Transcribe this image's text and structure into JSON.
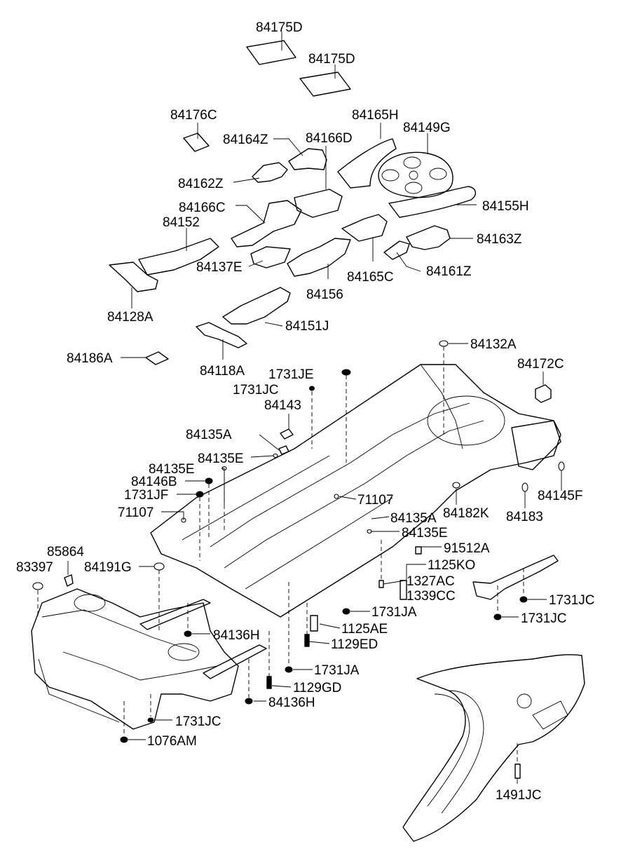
{
  "labels": {
    "p84175D": "84175D",
    "p84176C": "84176C",
    "p84164Z": "84164Z",
    "p84166D": "84166D",
    "p84165H": "84165H",
    "p84149G": "84149G",
    "p84162Z": "84162Z",
    "p84166C": "84166C",
    "p84155H": "84155H",
    "p84152": "84152",
    "p84163Z": "84163Z",
    "p84137E": "84137E",
    "p84161Z": "84161Z",
    "p84165C": "84165C",
    "p84156": "84156",
    "p84128A": "84128A",
    "p84151J": "84151J",
    "p84132A": "84132A",
    "p84186A": "84186A",
    "p84172C": "84172C",
    "p84118A": "84118A",
    "p1731JE": "1731JE",
    "p1731JC": "1731JC",
    "p84143": "84143",
    "p84135A": "84135A",
    "p84135E": "84135E",
    "p84146B": "84146B",
    "p1731JF": "1731JF",
    "p84145F": "84145F",
    "p71107": "71107",
    "p84182K": "84182K",
    "p84183": "84183",
    "p91512A": "91512A",
    "p85864": "85864",
    "p83397": "83397",
    "p84191G": "84191G",
    "p1125KO": "1125KO",
    "p1327AC": "1327AC",
    "p1339CC": "1339CC",
    "p1731JA": "1731JA",
    "p1125AE": "1125AE",
    "p84136H": "84136H",
    "p1129ED": "1129ED",
    "p1129GD": "1129GD",
    "p1076AM": "1076AM",
    "p1491JC": "1491JC"
  },
  "colors": {
    "line": "#000000",
    "background": "#ffffff"
  }
}
